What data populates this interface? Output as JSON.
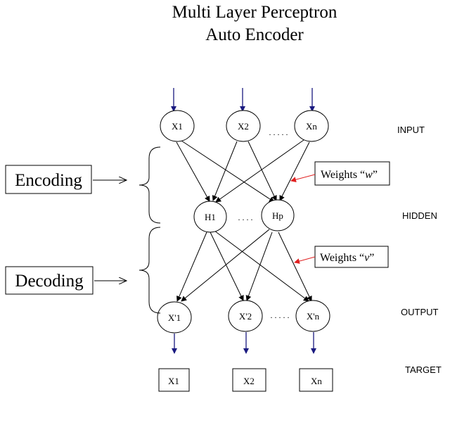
{
  "title": {
    "line1": "Multi Layer Perceptron",
    "line2": "Auto Encoder"
  },
  "layers": {
    "input": "INPUT",
    "hidden": "HIDDEN",
    "output": "OUTPUT",
    "target": "TARGET"
  },
  "nodes": {
    "input": [
      "X1",
      "X2",
      "Xn"
    ],
    "hidden": [
      "H1",
      "Hp"
    ],
    "output": [
      "X'1",
      "X'2",
      "X'n"
    ],
    "target": [
      "X1",
      "X2",
      "Xn"
    ]
  },
  "ellipsis": ". . . . .",
  "hidden_ellipsis": ". . . .",
  "phases": {
    "encoding": "Encoding",
    "decoding": "Decoding"
  },
  "weights": {
    "w": {
      "prefix": "Weights “",
      "symbol": "w",
      "suffix": "”"
    },
    "v": {
      "prefix": "Weights “",
      "symbol": "v",
      "suffix": "”"
    }
  },
  "colors": {
    "arrow_blue": "#1a1a80",
    "weights_pointer": "#e02020",
    "line": "#000000"
  }
}
